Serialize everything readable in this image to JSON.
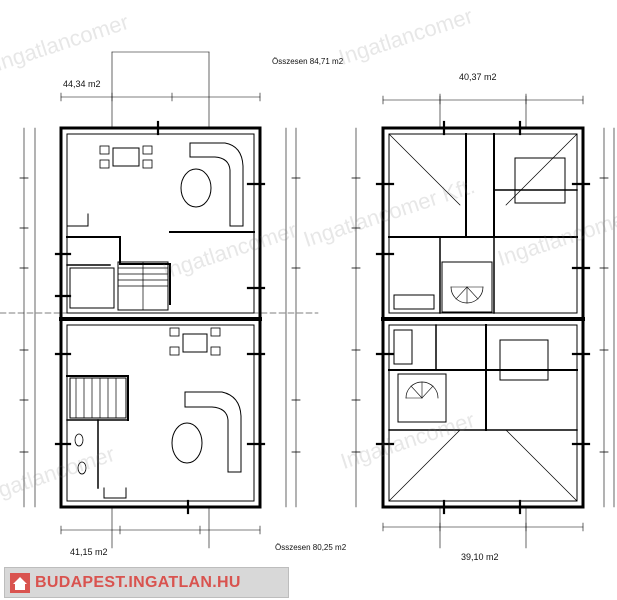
{
  "watermark": {
    "text": "Ingatlancomer",
    "text_full": "Ingatlancomer Kft."
  },
  "floors": {
    "ground": {
      "area_upper": "44,34 m2",
      "area_lower": "41,15 m2",
      "total": "Összesen 80,25 m2"
    },
    "upper": {
      "area_upper": "40,37 m2",
      "area_lower": "39,10 m2",
      "total": "Összesen 84,71 m2"
    }
  },
  "brand": {
    "text": "BUDAPEST.INGATLAN.HU",
    "icon": "house-icon",
    "color": "#d9534f"
  }
}
